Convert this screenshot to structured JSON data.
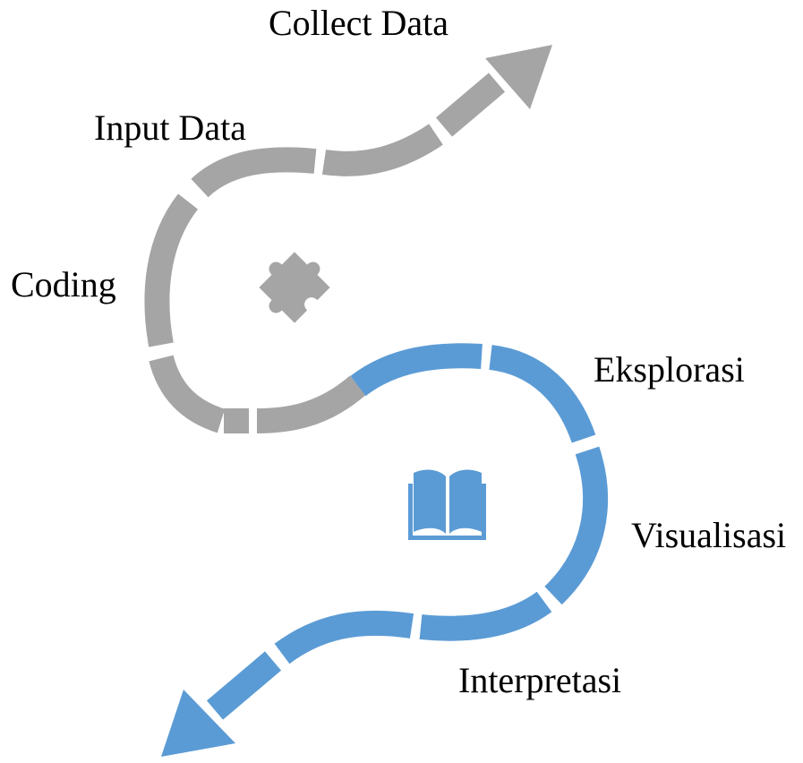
{
  "colors": {
    "upper_path": "#a5a5a5",
    "lower_path": "#5b9bd5",
    "background": "#ffffff",
    "text": "#000000"
  },
  "labels": {
    "collect_data": "Collect Data",
    "input_data": "Input Data",
    "coding": "Coding",
    "eksplorasi": "Eksplorasi",
    "visualisasi": "Visualisasi",
    "interpretasi": "Interpretasi"
  },
  "icons": {
    "upper": "puzzle-piece-icon",
    "lower": "open-book-icon"
  }
}
